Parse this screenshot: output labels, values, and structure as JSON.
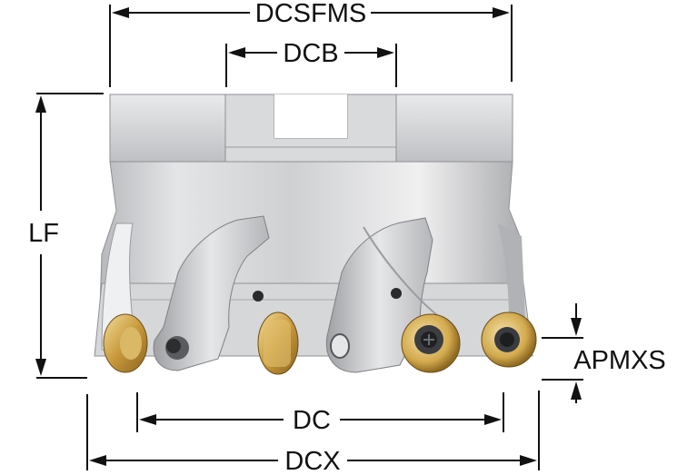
{
  "dimensions": {
    "dcsfms": "DCSFMS",
    "dcb": "DCB",
    "lf": "LF",
    "apmxs": "APMXS",
    "dc": "DC",
    "dcx": "DCX"
  },
  "colors": {
    "dimension_line": "#111111",
    "tool_body": "#c9cacc",
    "tool_shadow": "#8e9094",
    "insert_gold": "#d8b15a",
    "insert_dark": "#3a3a3a"
  },
  "icons": {
    "tool": "milling-cutter-drawing",
    "arrow": "dimension-arrow"
  }
}
